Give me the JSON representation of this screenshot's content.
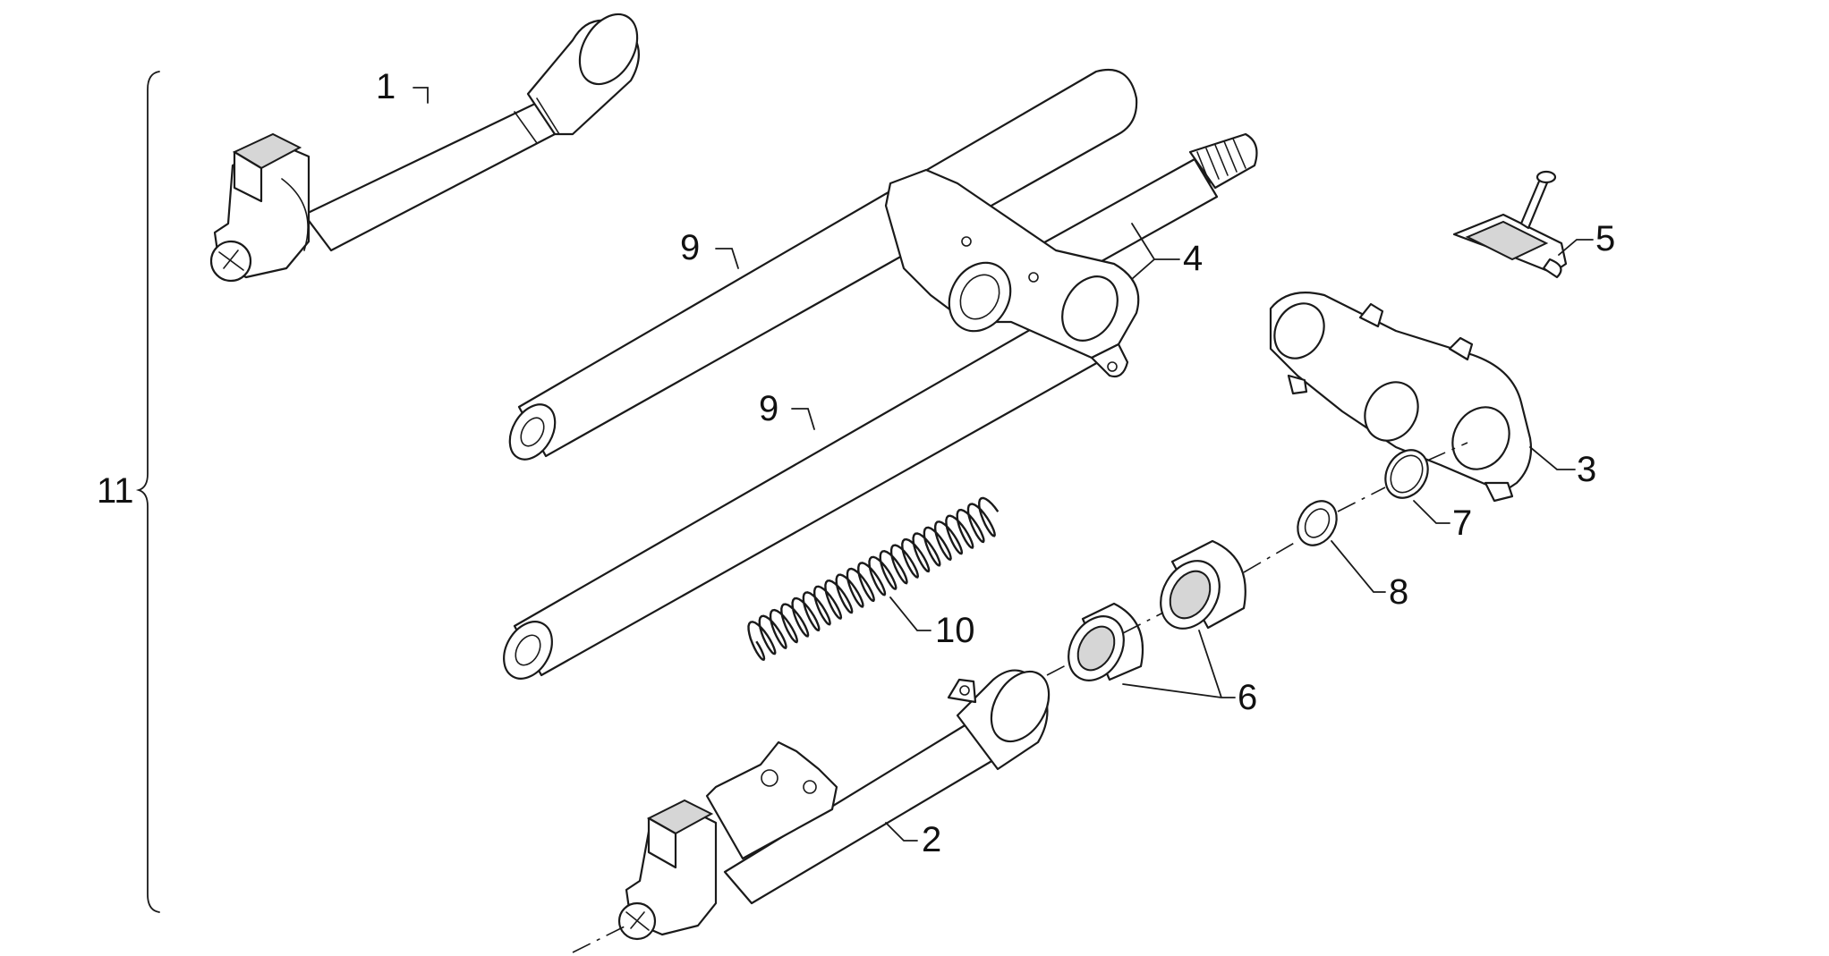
{
  "callouts": {
    "c1": "1",
    "c2": "2",
    "c3": "3",
    "c4": "4",
    "c5": "5",
    "c6": "6",
    "c7": "7",
    "c8": "8",
    "c9a": "9",
    "c9b": "9",
    "c10": "10",
    "c11": "11"
  },
  "colors": {
    "line": "#1a1a1a",
    "background": "#ffffff",
    "shade": "#d6d6d6"
  }
}
